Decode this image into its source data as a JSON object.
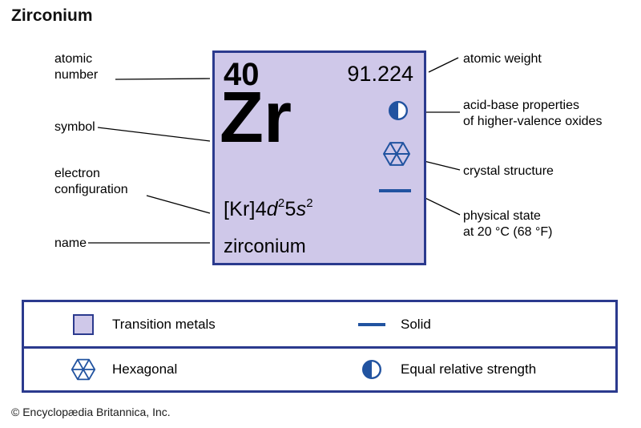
{
  "title": "Zirconium",
  "card": {
    "atomic_number": "40",
    "atomic_weight": "91.224",
    "symbol": "Zr",
    "electron_configuration": {
      "prefix": "[Kr]4",
      "d": "d",
      "d_exp": "2",
      "mid": "5",
      "s": "s",
      "s_exp": "2"
    },
    "name": "zirconium"
  },
  "callouts": {
    "atomic_number": [
      "atomic",
      "number"
    ],
    "symbol": [
      "symbol"
    ],
    "electron_configuration": [
      "electron",
      "configuration"
    ],
    "name": [
      "name"
    ],
    "atomic_weight": [
      "atomic weight"
    ],
    "acid_base": [
      "acid-base properties",
      "of higher-valence oxides"
    ],
    "crystal_structure": [
      "crystal structure"
    ],
    "physical_state": [
      "physical state",
      "at 20 °C (68 °F)"
    ]
  },
  "legend": {
    "transition_metals": "Transition metals",
    "solid": "Solid",
    "hexagonal": "Hexagonal",
    "equal_relative_strength": "Equal relative strength"
  },
  "copyright": "© Encyclopædia Britannica, Inc.",
  "colors": {
    "card_fill": "#cfc8e9",
    "card_border": "#2b3a8e",
    "accent_blue": "#2153a0",
    "legend_border": "#2b3a8e",
    "text": "#000000"
  }
}
